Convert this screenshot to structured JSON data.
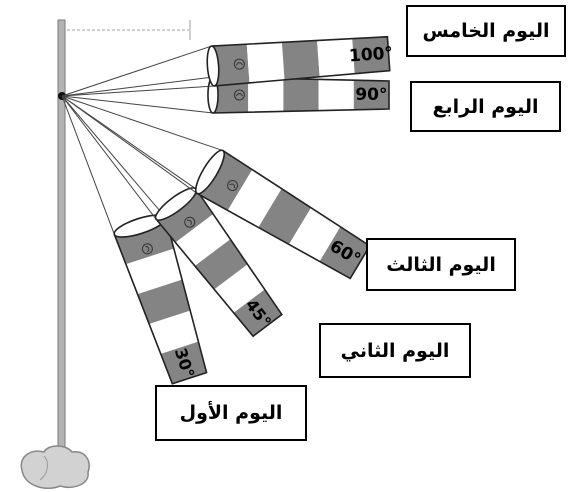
{
  "colors": {
    "stripe_dark": "#848484",
    "stripe_light": "#ffffff",
    "outline": "#222222",
    "pole": "#a8a8a8",
    "base": "#d2d2d2"
  },
  "icons": {
    "base": "rock-base-icon",
    "sock_emblem": "emblem-icon"
  },
  "windsocks": [
    {
      "id": "day5",
      "day_label": "اليوم الخامس",
      "angle": 100,
      "angle_text": "100°"
    },
    {
      "id": "day4",
      "day_label": "اليوم الرابع",
      "angle": 90,
      "angle_text": "90°"
    },
    {
      "id": "day3",
      "day_label": "اليوم الثالث",
      "angle": 60,
      "angle_text": "60°"
    },
    {
      "id": "day2",
      "day_label": "اليوم الثاني",
      "angle": 45,
      "angle_text": "45°"
    },
    {
      "id": "day1",
      "day_label": "اليوم الأول",
      "angle": 30,
      "angle_text": "30°"
    }
  ]
}
